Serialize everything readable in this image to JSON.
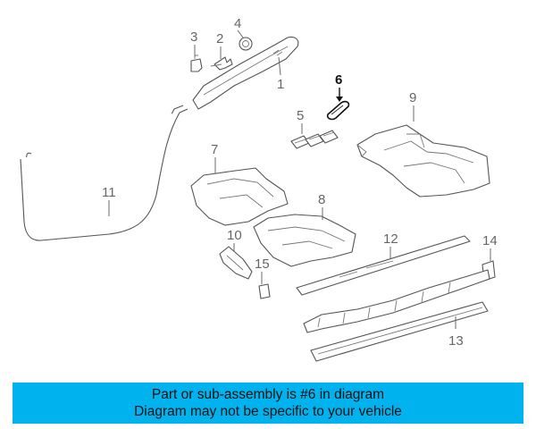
{
  "callouts": [
    {
      "id": "1",
      "label": "1"
    },
    {
      "id": "2",
      "label": "2"
    },
    {
      "id": "3",
      "label": "3"
    },
    {
      "id": "4",
      "label": "4"
    },
    {
      "id": "5",
      "label": "5"
    },
    {
      "id": "6",
      "label": "6",
      "highlighted": true
    },
    {
      "id": "7",
      "label": "7"
    },
    {
      "id": "8",
      "label": "8"
    },
    {
      "id": "9",
      "label": "9"
    },
    {
      "id": "10",
      "label": "10"
    },
    {
      "id": "11",
      "label": "11"
    },
    {
      "id": "12",
      "label": "12"
    },
    {
      "id": "13",
      "label": "13"
    },
    {
      "id": "14",
      "label": "14"
    },
    {
      "id": "15",
      "label": "15"
    }
  ],
  "banner": {
    "line1": "Part or sub-assembly is #6 in diagram",
    "line2": "Diagram may not be specific to your vehicle",
    "background": "#00b2ee"
  },
  "colors": {
    "line": "#555555",
    "label": "#666666",
    "highlight": "#111111"
  }
}
